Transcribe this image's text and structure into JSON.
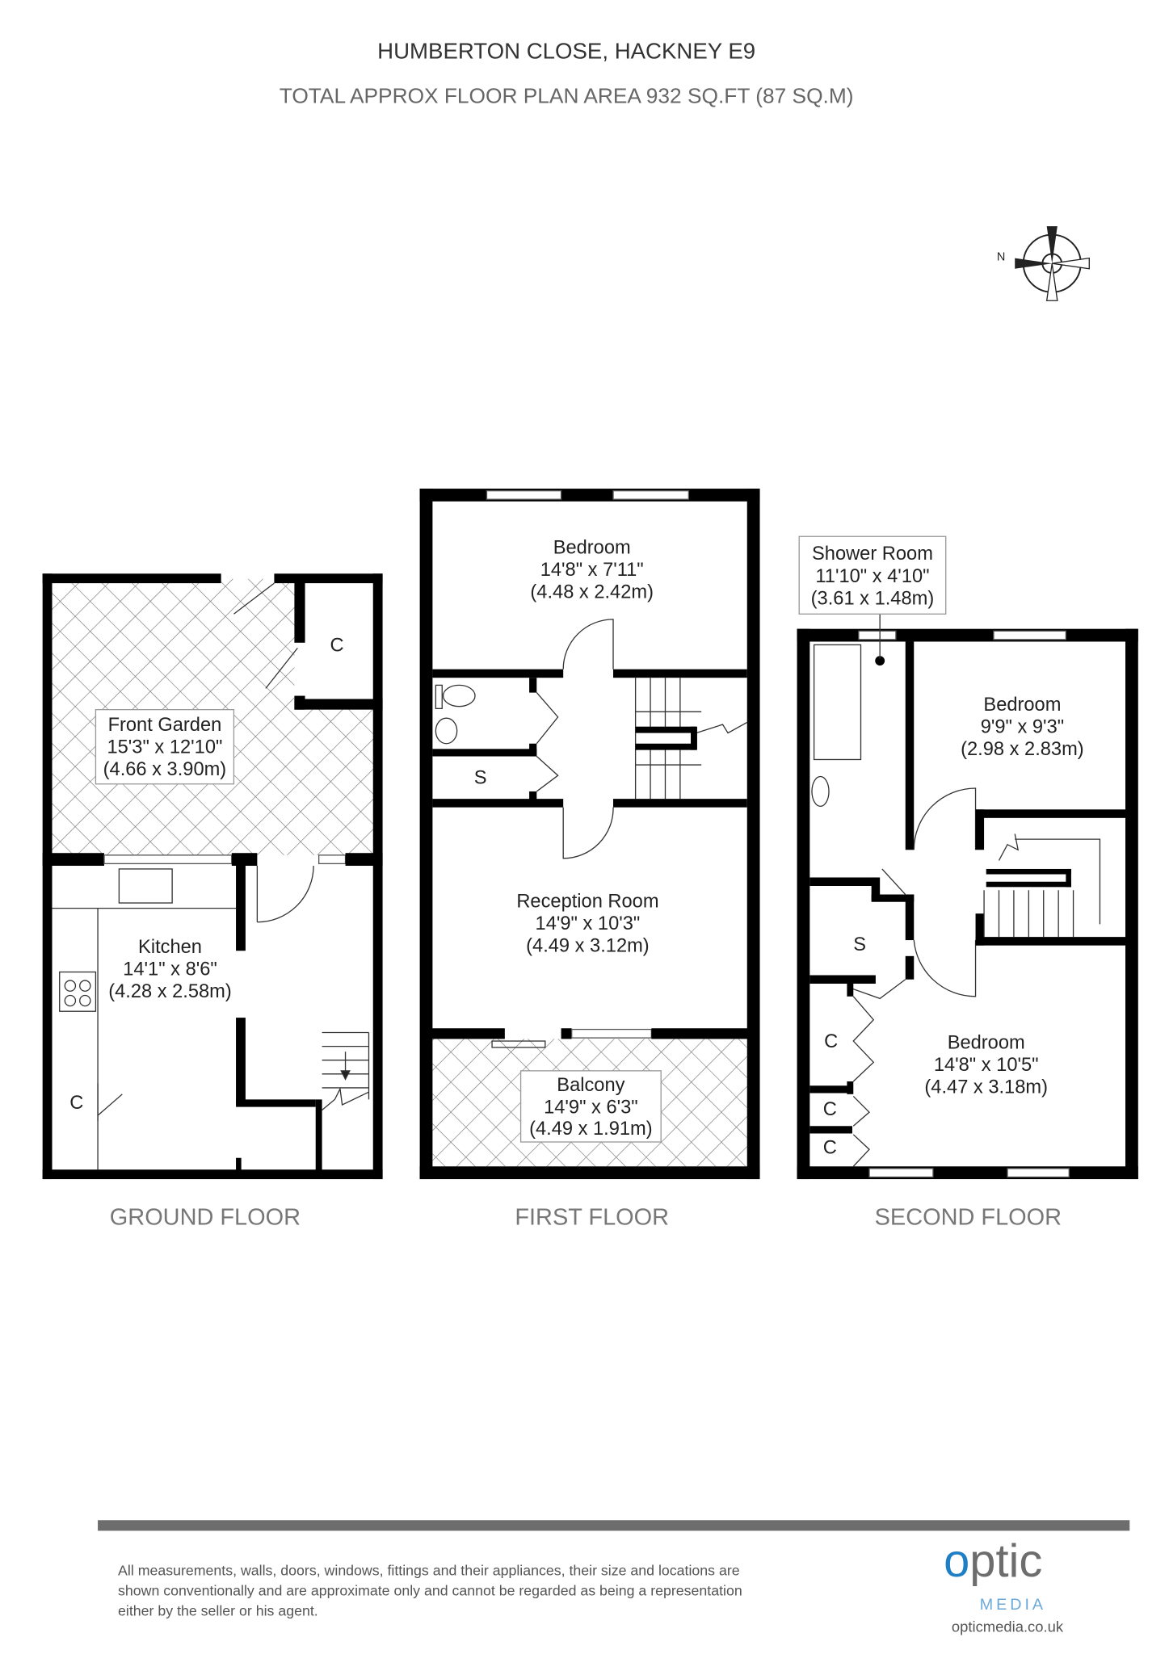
{
  "header": {
    "title": "HUMBERTON CLOSE, HACKNEY E9",
    "subtitle": "TOTAL APPROX FLOOR PLAN AREA 932 SQ.FT (87 SQ.M)"
  },
  "compass": {
    "label": "N"
  },
  "ground_floor": {
    "label": "GROUND FLOOR",
    "front_garden": {
      "name": "Front Garden",
      "imperial": "15'3\" x 12'10\"",
      "metric": "(4.66 x 3.90m)"
    },
    "kitchen": {
      "name": "Kitchen",
      "imperial": "14'1\" x 8'6\"",
      "metric": "(4.28 x 2.58m)"
    },
    "cupboard_1": "C",
    "cupboard_2": "C"
  },
  "first_floor": {
    "label": "FIRST FLOOR",
    "bedroom": {
      "name": "Bedroom",
      "imperial": "14'8\" x 7'11\"",
      "metric": "(4.48 x 2.42m)"
    },
    "reception": {
      "name": "Reception Room",
      "imperial": "14'9\" x 10'3\"",
      "metric": "(4.49 x 3.12m)"
    },
    "balcony": {
      "name": "Balcony",
      "imperial": "14'9\" x 6'3\"",
      "metric": "(4.49 x 1.91m)"
    },
    "storage": "S"
  },
  "second_floor": {
    "label": "SECOND FLOOR",
    "shower_room": {
      "name": "Shower Room",
      "imperial": "11'10\" x 4'10\"",
      "metric": "(3.61 x 1.48m)"
    },
    "bedroom_small": {
      "name": "Bedroom",
      "imperial": "9'9\" x 9'3\"",
      "metric": "(2.98 x 2.83m)"
    },
    "bedroom_large": {
      "name": "Bedroom",
      "imperial": "14'8\" x 10'5\"",
      "metric": "(4.47 x 3.18m)"
    },
    "storage": "S",
    "cupboards": [
      "C",
      "C",
      "C"
    ]
  },
  "footer": {
    "disclaimer": [
      "All measurements, walls, doors, windows, fittings and their appliances, their size and locations are",
      "shown conventionally and are approximate only and cannot be regarded as being a representation",
      "either by the seller or his agent."
    ],
    "logo": {
      "o": "o",
      "rest": "ptic",
      "media": "MEDIA"
    },
    "url": "opticmedia.co.uk"
  },
  "colors": {
    "brand_blue": "#1f7fc4",
    "logo_grey": "#6d6d6d",
    "bar": "#6d6d6d"
  }
}
